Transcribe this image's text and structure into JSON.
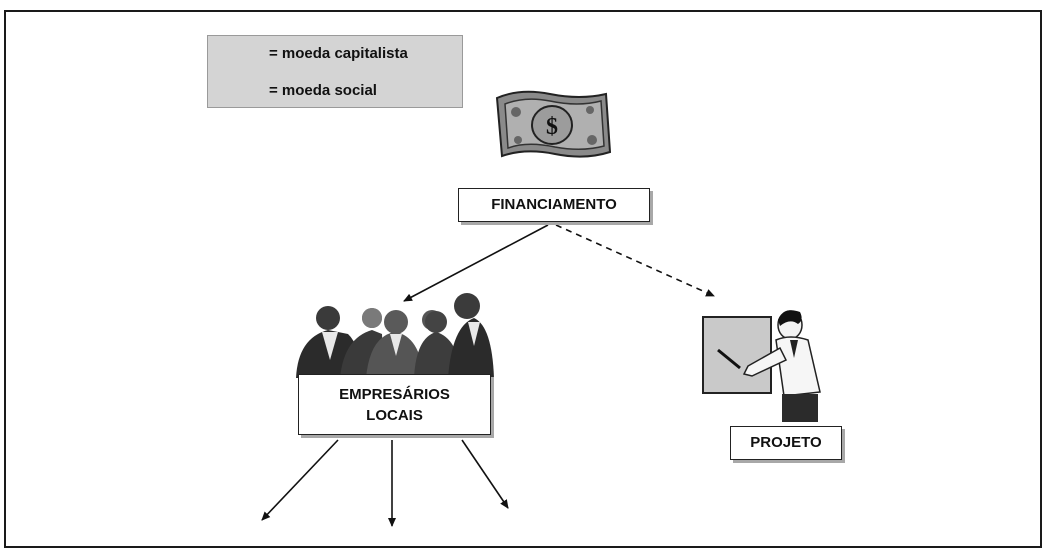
{
  "legend": {
    "solid_label": "= moeda capitalista",
    "dashed_label": "= moeda social"
  },
  "nodes": {
    "financiamento": "FINANCIAMENTO",
    "empresarios_line1": "EMPRESÁRIOS",
    "empresarios_line2": "LOCAIS",
    "projeto": "PROJETO"
  },
  "colors": {
    "money": "#7a7a7a",
    "suits": "#2b2b2b",
    "board": "#c9c9c9"
  },
  "icons": [
    "money-bill-icon",
    "business-people-icon",
    "presenter-icon"
  ]
}
